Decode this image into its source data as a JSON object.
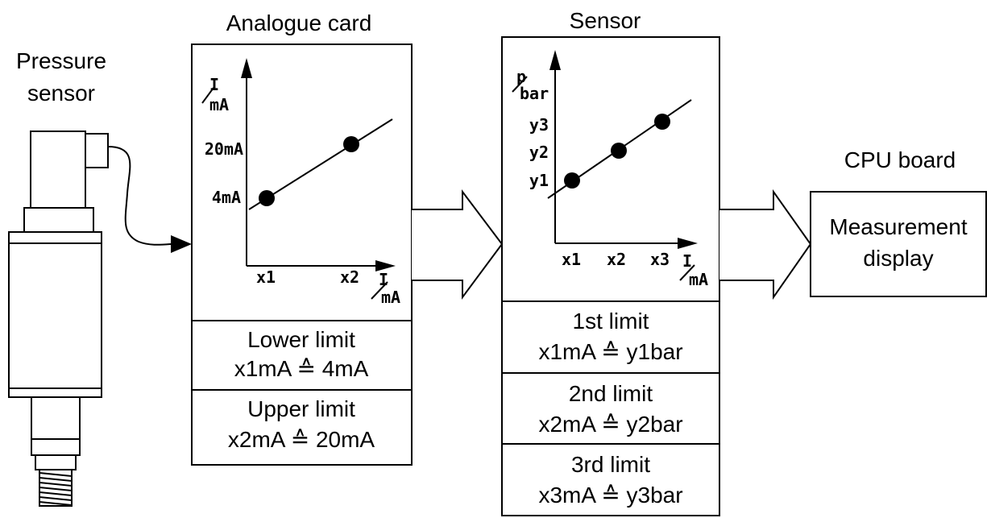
{
  "pressure_sensor": {
    "title_line1": "Pressure",
    "title_line2": "sensor"
  },
  "analogue_card": {
    "title": "Analogue card",
    "graph": {
      "y_axis_num": "I",
      "y_axis_den": "mA",
      "y_ticks": [
        "20mA",
        "4mA"
      ],
      "x_ticks": [
        "x1",
        "x2"
      ],
      "x_axis_num": "I",
      "x_axis_den": "mA"
    },
    "lower_limit": {
      "heading": "Lower limit",
      "mapping": "x1mA ≙ 4mA"
    },
    "upper_limit": {
      "heading": "Upper limit",
      "mapping": "x2mA ≙ 20mA"
    }
  },
  "sensor": {
    "title": "Sensor",
    "graph": {
      "y_axis_num": "p",
      "y_axis_den": "bar",
      "y_ticks": [
        "y3",
        "y2",
        "y1"
      ],
      "x_ticks": [
        "x1",
        "x2",
        "x3"
      ],
      "x_axis_num": "I",
      "x_axis_den": "mA"
    },
    "limit1": {
      "heading": "1st limit",
      "mapping": "x1mA ≙ y1bar"
    },
    "limit2": {
      "heading": "2nd limit",
      "mapping": "x2mA ≙ y2bar"
    },
    "limit3": {
      "heading": "3rd limit",
      "mapping": "x3mA ≙ y3bar"
    }
  },
  "cpu_board": {
    "title": "CPU board",
    "content_line1": "Measurement",
    "content_line2": "display"
  }
}
